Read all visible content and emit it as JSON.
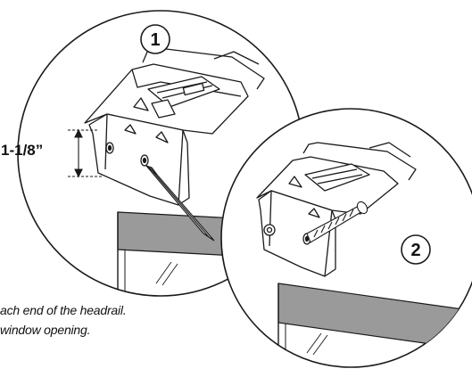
{
  "steps": [
    {
      "number": "1"
    },
    {
      "number": "2"
    }
  ],
  "dimension": {
    "label": "1-1/8”"
  },
  "captions": {
    "line1": "ach end of the headrail.",
    "line2": "window opening."
  },
  "colors": {
    "stroke": "#1a1a1a",
    "wall_band": "#9a9a9a",
    "background": "#ffffff"
  }
}
